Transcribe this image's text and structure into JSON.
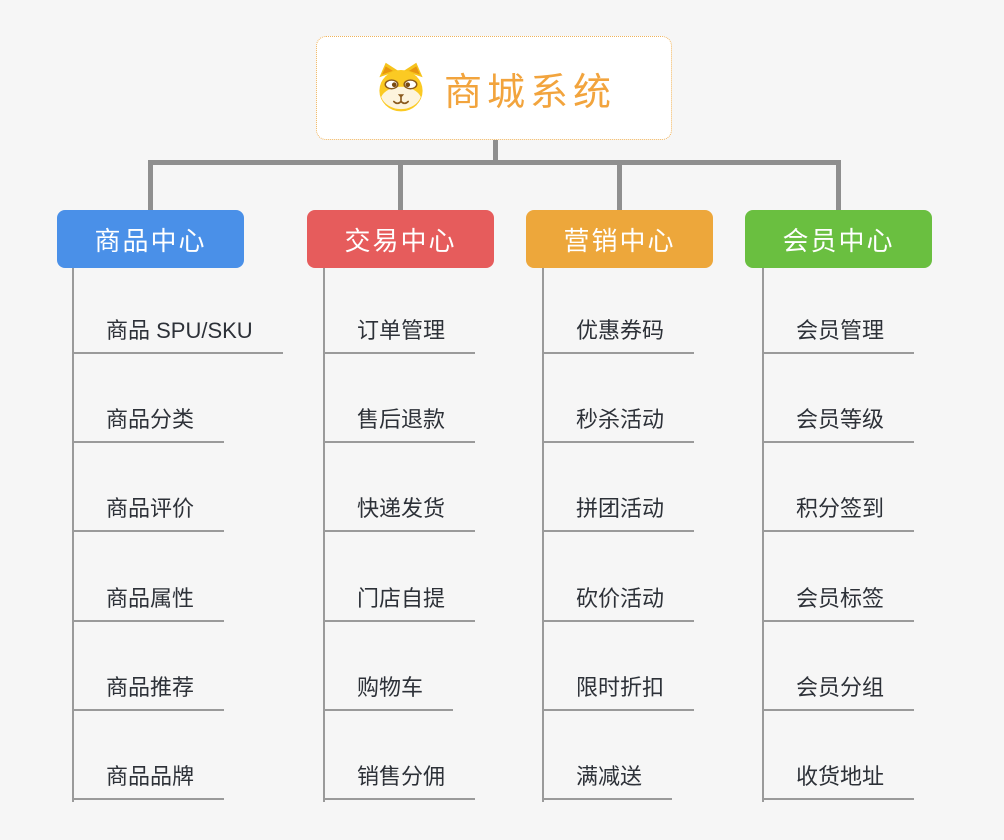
{
  "page": {
    "background_color": "#f6f6f6",
    "connector_color": "#8f8f8f",
    "leaf_line_color": "#9a9a9a"
  },
  "root": {
    "title": "商城系统",
    "icon": "shiba-dog-face-icon",
    "title_color": "#f2a43d",
    "border_color": "#f0b35a"
  },
  "branches": [
    {
      "label": "商品中心",
      "color": "#4a90e8",
      "children": [
        "商品 SPU/SKU",
        "商品分类",
        "商品评价",
        "商品属性",
        "商品推荐",
        "商品品牌"
      ]
    },
    {
      "label": "交易中心",
      "color": "#e65c5c",
      "children": [
        "订单管理",
        "售后退款",
        "快递发货",
        "门店自提",
        "购物车",
        "销售分佣"
      ]
    },
    {
      "label": "营销中心",
      "color": "#eda73b",
      "children": [
        "优惠券码",
        "秒杀活动",
        "拼团活动",
        "砍价活动",
        "限时折扣",
        "满减送"
      ]
    },
    {
      "label": "会员中心",
      "color": "#6abf40",
      "children": [
        "会员管理",
        "会员等级",
        "积分签到",
        "会员标签",
        "会员分组",
        "收货地址"
      ]
    }
  ]
}
